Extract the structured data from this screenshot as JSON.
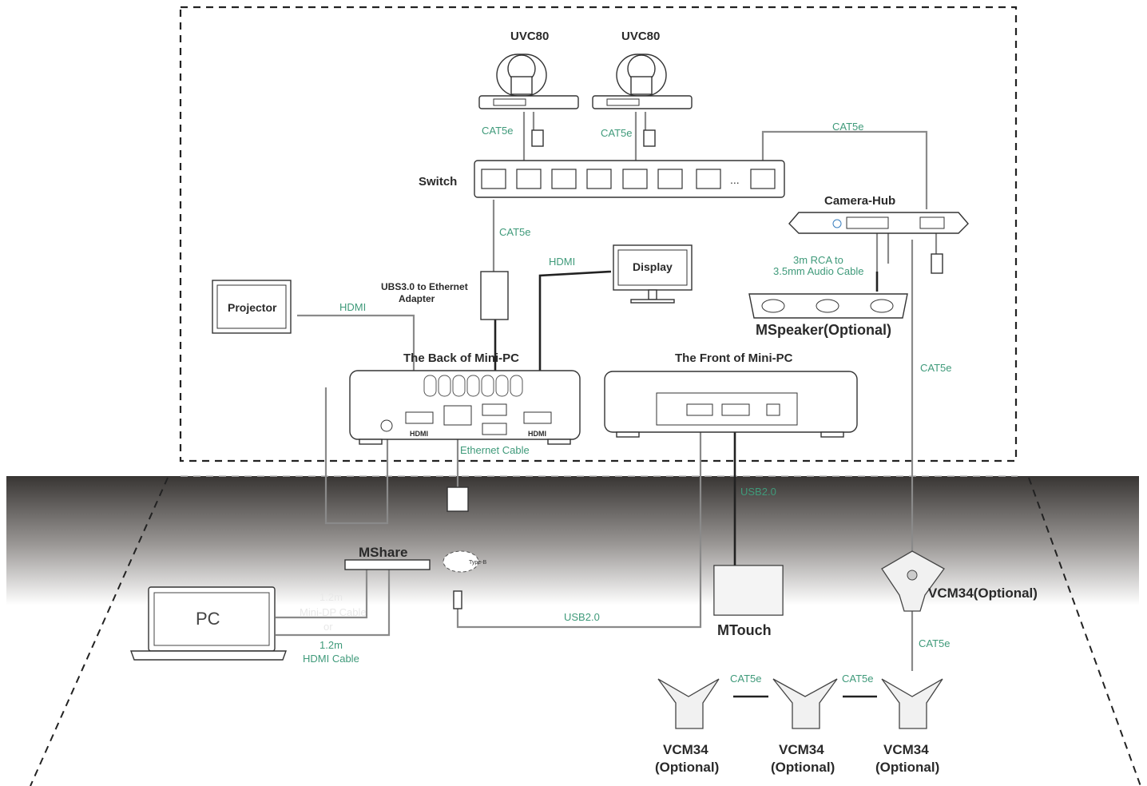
{
  "labels": {
    "uvc80_1": "UVC80",
    "uvc80_2": "UVC80",
    "switch": "Switch",
    "camera_hub": "Camera-Hub",
    "rca_cable_1": "3m RCA to",
    "rca_cable_2": "3.5mm Audio Cable",
    "mspeaker": "MSpeaker(Optional)",
    "projector": "Projector",
    "display": "Display",
    "adapter_1": "UBS3.0 to Ethernet",
    "adapter_2": "Adapter",
    "back_minipc": "The Back of Mini-PC",
    "front_minipc": "The Front of Mini-PC",
    "hdmi_port_1": "HDMI",
    "hdmi_port_2": "HDMI",
    "mshare": "MShare",
    "type_b": "Type-B",
    "pc": "PC",
    "mtouch": "MTouch",
    "vcm34_main": "VCM34(Optional)",
    "vcm34_a_1": "VCM34",
    "vcm34_a_2": "(Optional)",
    "vcm34_b_1": "VCM34",
    "vcm34_b_2": "(Optional)",
    "vcm34_c_1": "VCM34",
    "vcm34_c_2": "(Optional)"
  },
  "cables": {
    "cat5e_cam1": "CAT5e",
    "cat5e_cam2": "CAT5e",
    "cat5e_top": "CAT5e",
    "cat5e_switch": "CAT5e",
    "cat5e_hub": "CAT5e",
    "cat5e_vcm": "CAT5e",
    "cat5e_daisy1": "CAT5e",
    "cat5e_daisy2": "CAT5e",
    "hdmi_projector": "HDMI",
    "hdmi_display": "HDMI",
    "ethernet": "Ethernet Cable",
    "usb_mtouch": "USB2.0",
    "usb_mshare": "USB2.0",
    "minidp_1": "1.2m",
    "minidp_2": "Mini-DP Cable",
    "or": "or",
    "hdmi_cable_1": "1.2m",
    "hdmi_cable_2": "HDMI Cable"
  },
  "switch_more": "...",
  "colors": {
    "cable_label": "#3f9a7a",
    "floor_top": "#3a3a3a",
    "floor_bottom": "#ffffff"
  }
}
